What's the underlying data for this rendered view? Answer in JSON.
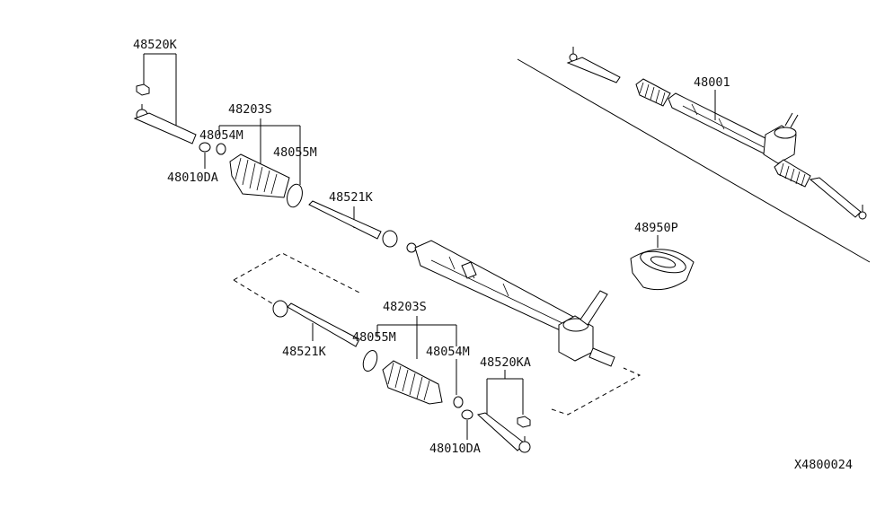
{
  "labels": {
    "tie_rod_end_upper": "48520K",
    "nut_upper": "48010DA",
    "boot_kit_upper": "48203S",
    "clamp_small_upper": "48054M",
    "clamp_large_upper": "48055M",
    "inner_socket_upper": "48521K",
    "gear_assembly": "48001",
    "grommet": "48950P",
    "boot_kit_lower": "48203S",
    "clamp_large_lower": "48055M",
    "clamp_small_lower": "48054M",
    "inner_socket_lower": "48521K",
    "tie_rod_end_lower": "48520KA",
    "nut_lower": "48010DA",
    "diagram_code": "X4800024"
  }
}
